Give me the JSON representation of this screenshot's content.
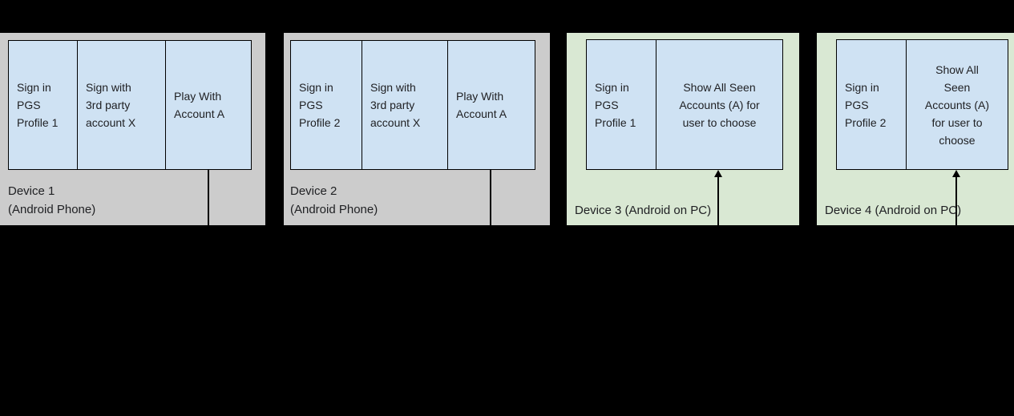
{
  "colors": {
    "canvas_bg": "#000000",
    "device_phone_bg": "#cccccc",
    "device_pc_bg": "#d9e8d3",
    "cell_bg": "#cfe2f3",
    "border": "#000000",
    "text": "#202124"
  },
  "devices": [
    {
      "id": "device-1",
      "type": "phone",
      "label": "Device 1\n(Android Phone)",
      "cells": [
        "Sign in\nPGS\nProfile 1",
        "Sign with\n3rd party\naccount X",
        "Play With\nAccount A"
      ],
      "connector": "line-down"
    },
    {
      "id": "device-2",
      "type": "phone",
      "label": "Device 2\n(Android Phone)",
      "cells": [
        "Sign in\nPGS\nProfile 2",
        "Sign with\n3rd party\naccount X",
        "Play With\nAccount A"
      ],
      "connector": "line-down"
    },
    {
      "id": "device-3",
      "type": "pc",
      "label": "Device 3 (Android on PC)",
      "cells": [
        "Sign in\nPGS\nProfile 1",
        "Show All Seen\nAccounts (A) for\nuser to choose"
      ],
      "connector": "arrow-up"
    },
    {
      "id": "device-4",
      "type": "pc",
      "label": "Device 4 (Android on PC)",
      "cells": [
        "Sign in\nPGS\nProfile 2",
        "Show All\nSeen\nAccounts (A)\nfor user to\nchoose"
      ],
      "connector": "arrow-up"
    }
  ]
}
